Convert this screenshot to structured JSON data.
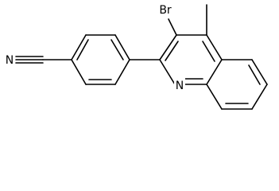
{
  "molecule": {
    "atom_labels": {
      "nitrile_n": "N",
      "bromine": "Br",
      "ring_n": "N"
    }
  }
}
